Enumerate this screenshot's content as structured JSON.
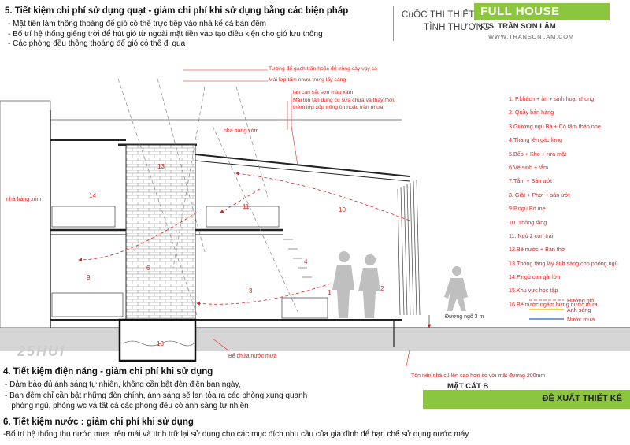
{
  "header": {
    "section5_title": "5. Tiết kiệm chi phí sử dụng quạt - giảm chi phí khi sử dụng bằng các biện pháp",
    "section5_items": [
      "- Mặt tiền làm thông thoáng để gió có thể trực tiếp vào nhà kể cả ban đêm",
      "- Bố trí hệ thống giếng trời để hút gió từ ngoài mặt tiền vào tạo điều kiện cho gió lưu thông",
      "- Các phòng đều thông thoáng để gió có thể đi qua"
    ],
    "competition_line1": "CuỘC THI THIẾT KẾ NHÀ",
    "competition_line2": "TÌNH THƯƠNG"
  },
  "brand": {
    "title": "FULL HOUSE",
    "architect": "KTS. TRẦN  SƠN LÂM",
    "website": "WWW.TRANSONLAM.COM"
  },
  "annotations": {
    "wall_note": "Tường để gạch trần hoặc để trồng cây vạy cá",
    "roof_note": "Mái lợp tấm nhựa trong lấy sáng",
    "railing_note": "lan can sắt sơn màu xám",
    "old_roof_note_1": "Mái tôn tận dụng cũ sửa chữa và thay mới,",
    "old_roof_note_2": "thêm lớp xốp trống ồn hoặc trần nhựa",
    "neighbor_top": "nhà hàng xóm",
    "neighbor_left": "nhà hàng xóm",
    "alley": "Đường ngõ 3 m",
    "rain_tank": "Bể chứa nước mưa",
    "floor_note": "Tôn nền nhà cũ lên cao hơn so với mặt đường 200mm",
    "watermark": "25HUI"
  },
  "legend": {
    "items": [
      "1. P.khách + ăn + sinh hoạt chung",
      "2. Quầy bán hàng",
      "3.Giường ngủ Bà + Cô tâm thần nhẹ",
      "4.Thang lên gác lửng",
      "5.Bếp + Kho + rửa mặt",
      "6.Vệ sinh + tắm",
      "7.Tắm + Sân ướt",
      "8. Giặt + Phơi + sân ướt",
      "9.P.ngủ Bố mẹ",
      "10. Thông tầng",
      "11. Ngủ 2 con trai",
      "12.Bể nước + Bàn thờ",
      "13.Thông tầng lấy ánh sáng cho phòng ngủ",
      "14.P.ngủ con gái lớn",
      "15.Khu vực học tập",
      "16.Bể nước ngầm hứng nước mưa"
    ],
    "wind": "Hướng gió",
    "light": "Ánh sáng",
    "rain": "Nước mưa"
  },
  "room_numbers": [
    "1",
    "2",
    "3",
    "4",
    "6",
    "9",
    "10",
    "11",
    "13",
    "14",
    "16"
  ],
  "section_label": "MẶT CẮT B",
  "proposal_label": "ĐỀ XUẤT THIẾT KẾ",
  "section4": {
    "title": "4. Tiết kiệm điện năng - giảm chi phí khi sử dụng",
    "items": [
      "- Đảm bảo đủ ánh sáng tự nhiên, không cần bật đèn điện ban ngày,",
      "- Ban đêm chỉ cần bật những đèn chính, ánh sáng sẽ lan tỏa ra các phòng xung quanh",
      "   phòng ngủ, phòng wc và tất cả các phòng đều có ánh sáng tự nhiên"
    ]
  },
  "section6": {
    "title": "6. Tiết kiệm nước : giảm chi phí khi sử dụng",
    "body": "-Bố trí hệ thống thu nước mưa trên mái và tính trữ lại sử dụng cho các mục đích nhu cầu của gia đình  để hạn chế sử dụng nước máy"
  },
  "colors": {
    "brand_green": "#8cc63f",
    "annotation_red": "#e0201e",
    "light_yellow": "#f2c80f",
    "rain_blue": "#4a7bd8"
  }
}
